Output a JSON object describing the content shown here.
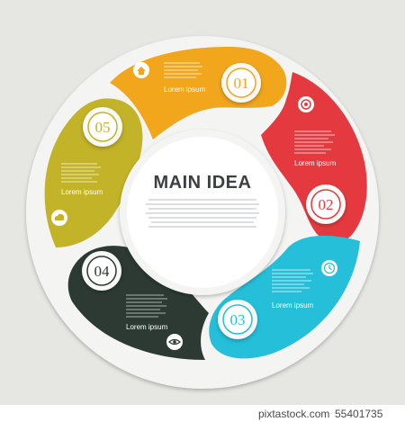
{
  "center": {
    "title": "MAIN IDEA"
  },
  "segments": [
    {
      "number": "01",
      "label": "Lorem ipsum",
      "icon": "home-icon",
      "color": "#f2a61c"
    },
    {
      "number": "02",
      "label": "Lorem ipsum",
      "icon": "swirl-icon",
      "color": "#e43a3f"
    },
    {
      "number": "03",
      "label": "Lorem ipsum",
      "icon": "clock-icon",
      "color": "#25bfd9"
    },
    {
      "number": "04",
      "label": "Lorem ipsum",
      "icon": "eye-icon",
      "color": "#2c3a33"
    },
    {
      "number": "05",
      "label": "Lorem ipsum",
      "icon": "cloud-icon",
      "color": "#c3b328"
    }
  ],
  "footer": {
    "brand": "pixtastock.com",
    "code": "55401735"
  }
}
